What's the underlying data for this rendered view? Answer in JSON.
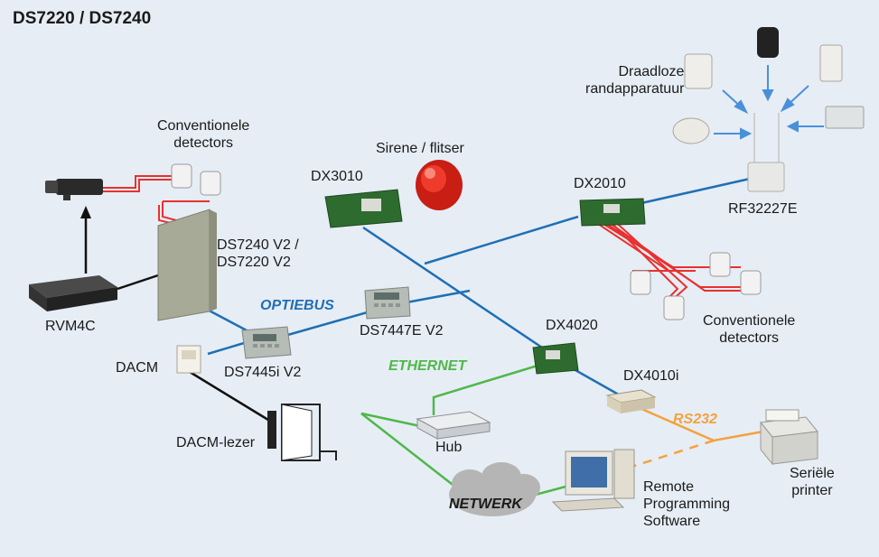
{
  "title": "DS7220 / DS7240",
  "labels": {
    "wireless": [
      "Draadloze",
      "randapparatuur"
    ],
    "conv_left": [
      "Conventionele",
      "detectors"
    ],
    "siren": "Sirene / flitser",
    "dx3010": "DX3010",
    "dx2010": "DX2010",
    "rf": "RF32227E",
    "panel": [
      "DS7240 V2 /",
      "DS7220 V2"
    ],
    "rvm": "RVM4C",
    "dacm": "DACM",
    "ds7445": "DS7445i V2",
    "ds7447": "DS7447E V2",
    "dx4020": "DX4020",
    "conv_right": [
      "Conventionele",
      "detectors"
    ],
    "dx4010": "DX4010i",
    "dacm_reader": "DACM-lezer",
    "hub": "Hub",
    "remote": [
      "Remote",
      "Programming",
      "Software"
    ],
    "printer": [
      "Seriële",
      "printer"
    ]
  },
  "buses": {
    "optiebus": "OPTIEBUS",
    "ethernet": "ETHERNET",
    "rs232": "RS232",
    "netwerk": "NETWERK"
  },
  "colors": {
    "background": "#e6edf5",
    "optiebus": "#1f6fb4",
    "ethernet": "#4fb848",
    "rs232": "#f4a23c",
    "detector_wire": "#e8312f",
    "black_wire": "#111111"
  }
}
